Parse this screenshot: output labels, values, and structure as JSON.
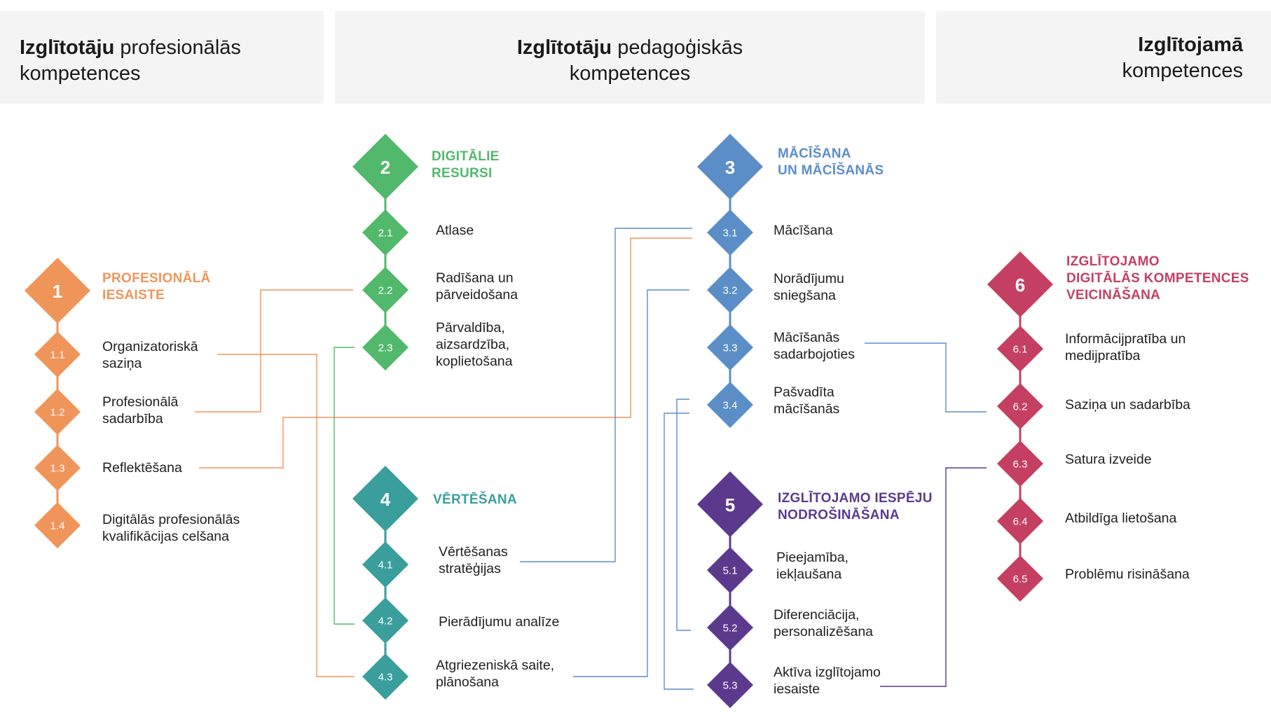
{
  "headers": {
    "professional": {
      "bold": "Izglītotāju",
      "rest1": " profesionālās",
      "line2": "kompetences"
    },
    "pedagogical": {
      "bold": "Izglītotāju",
      "rest1": " pedagoģiskās",
      "line2": "kompetences"
    },
    "learner": {
      "bold": "Izglītojamā",
      "line2": "kompetences"
    }
  },
  "colors": {
    "area1": "#f0955a",
    "area2": "#52b86c",
    "area3": "#5b8ec6",
    "area4": "#3a9e9c",
    "area5": "#5b3a8e",
    "area6": "#c43f62"
  },
  "areas": [
    {
      "number": "1",
      "title_line1": "PROFESIONĀLĀ",
      "title_line2": "IESAISTE",
      "items": [
        {
          "code": "1.1",
          "line1": "Organizatoriskā",
          "line2": "saziņa"
        },
        {
          "code": "1.2",
          "line1": "Profesionālā",
          "line2": "sadarbība"
        },
        {
          "code": "1.3",
          "line1": "Reflektēšana",
          "line2": ""
        },
        {
          "code": "1.4",
          "line1": "Digitālās profesionālās",
          "line2": "kvalifikācijas celšana"
        }
      ]
    },
    {
      "number": "2",
      "title_line1": "DIGITĀLIE",
      "title_line2": "RESURSI",
      "items": [
        {
          "code": "2.1",
          "line1": "Atlase",
          "line2": ""
        },
        {
          "code": "2.2",
          "line1": "Radīšana un",
          "line2": "pārveidošana"
        },
        {
          "code": "2.3",
          "line1": "Pārvaldība,",
          "line2": "aizsardzība,",
          "line3": "koplietošana"
        }
      ]
    },
    {
      "number": "3",
      "title_line1": "MĀCĪŠANA",
      "title_line2": "UN MĀCĪŠANĀS",
      "items": [
        {
          "code": "3.1",
          "line1": "Mācīšana",
          "line2": ""
        },
        {
          "code": "3.2",
          "line1": "Norādījumu",
          "line2": "sniegšana"
        },
        {
          "code": "3.3",
          "line1": "Mācīšanās",
          "line2": "sadarbojoties"
        },
        {
          "code": "3.4",
          "line1": "Pašvadīta",
          "line2": "mācīšanās"
        }
      ]
    },
    {
      "number": "4",
      "title_line1": "VĒRTĒŠANA",
      "title_line2": "",
      "items": [
        {
          "code": "4.1",
          "line1": "Vērtēšanas",
          "line2": "stratēģijas"
        },
        {
          "code": "4.2",
          "line1": "Pierādījumu analīze",
          "line2": ""
        },
        {
          "code": "4.3",
          "line1": "Atgriezeniskā saite,",
          "line2": "plānošana"
        }
      ]
    },
    {
      "number": "5",
      "title_line1": "IZGLĪTOJAMO IESPĒJU",
      "title_line2": "NODROŠINĀŠANA",
      "items": [
        {
          "code": "5.1",
          "line1": "Pieejamība,",
          "line2": "iekļaušana"
        },
        {
          "code": "5.2",
          "line1": "Diferenciācija,",
          "line2": "personalizēšana"
        },
        {
          "code": "5.3",
          "line1": "Aktīva izglītojamo",
          "line2": "iesaiste"
        }
      ]
    },
    {
      "number": "6",
      "title_line1": "IZGLĪTOJAMO",
      "title_line2": "DIGITĀLĀS KOMPETENCES",
      "title_line3": "VEICINĀŠANA",
      "items": [
        {
          "code": "6.1",
          "line1": "Informācijpratība un",
          "line2": "medijpratība"
        },
        {
          "code": "6.2",
          "line1": "Saziņa un sadarbība",
          "line2": ""
        },
        {
          "code": "6.3",
          "line1": "Satura izveide",
          "line2": ""
        },
        {
          "code": "6.4",
          "line1": "Atbildīga lietošana",
          "line2": ""
        },
        {
          "code": "6.5",
          "line1": "Problēmu risināšana",
          "line2": ""
        }
      ]
    }
  ]
}
